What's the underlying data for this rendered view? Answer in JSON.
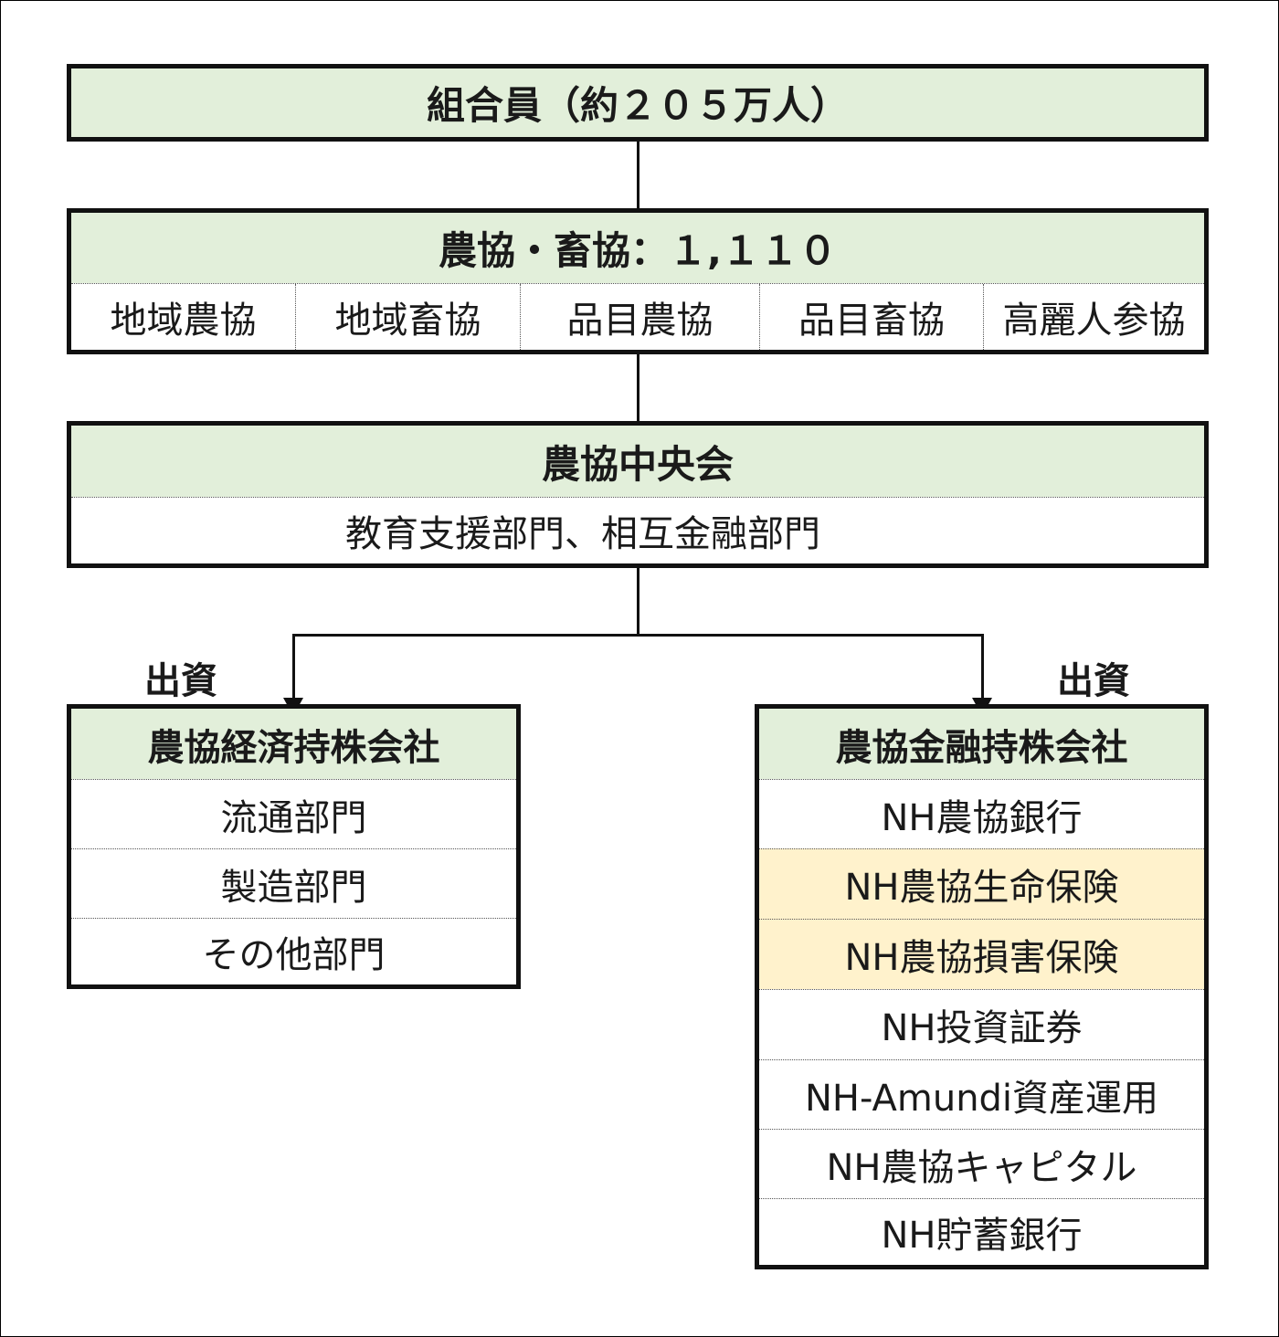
{
  "members": {
    "title": "組合員（約２０５万人）"
  },
  "cooperatives": {
    "title": "農協・畜協：１,１１０",
    "types": [
      "地域農協",
      "地域畜協",
      "品目農協",
      "品目畜協",
      "高麗人参協"
    ]
  },
  "central": {
    "title": "農協中央会",
    "subtitle": "教育支援部門、相互金融部門"
  },
  "investment_label": "出資",
  "economic_holding": {
    "title": "農協経済持株会社",
    "items": [
      "流通部門",
      "製造部門",
      "その他部門"
    ]
  },
  "financial_holding": {
    "title": "農協金融持株会社",
    "items": [
      "NH農協銀行",
      "NH農協生命保険",
      "NH農協損害保険",
      "NH投資証券",
      "NH-Amundi資産運用",
      "NH農協キャピタル",
      "NH貯蓄銀行"
    ],
    "highlight_color": "#fff2cc"
  },
  "colors": {
    "header_fill": "#e2efda",
    "border": "#111111"
  }
}
